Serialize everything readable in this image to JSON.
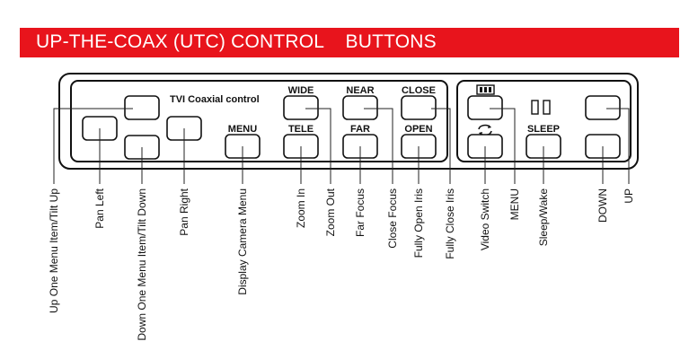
{
  "banner": {
    "title": "UP-THE-COAX (UTC) CONTROL    BUTTONS",
    "color": "#e8141c"
  },
  "panel": {
    "title": "TVI Coaxial control"
  },
  "buttons": {
    "menu": "MENU",
    "wide": "WIDE",
    "tele": "TELE",
    "near": "NEAR",
    "far": "FAR",
    "close": "CLOSE",
    "open": "OPEN",
    "sleep": "SLEEP"
  },
  "labels": {
    "up_one_menu": "Up One Menu Item/Tilt Up",
    "pan_left": "Pan Left",
    "down_one_menu": "Down One Menu Item/Tilt Down",
    "pan_right": "Pan Right",
    "display_menu": "Display Camera Menu",
    "zoom_in": "Zoom In",
    "zoom_out": "Zoom Out",
    "far_focus": "Far Focus",
    "close_focus": "Close Focus",
    "open_iris": "Fully Open Iris",
    "close_iris": "Fully Close Iris",
    "video_switch": "Video Switch",
    "menu": "MENU",
    "sleep_wake": "Sleep/Wake",
    "down": "DOWN",
    "up": "UP"
  },
  "icons": [
    "video-bars-icon",
    "switch-arrows-icon",
    "sleep-indicator-icon"
  ]
}
